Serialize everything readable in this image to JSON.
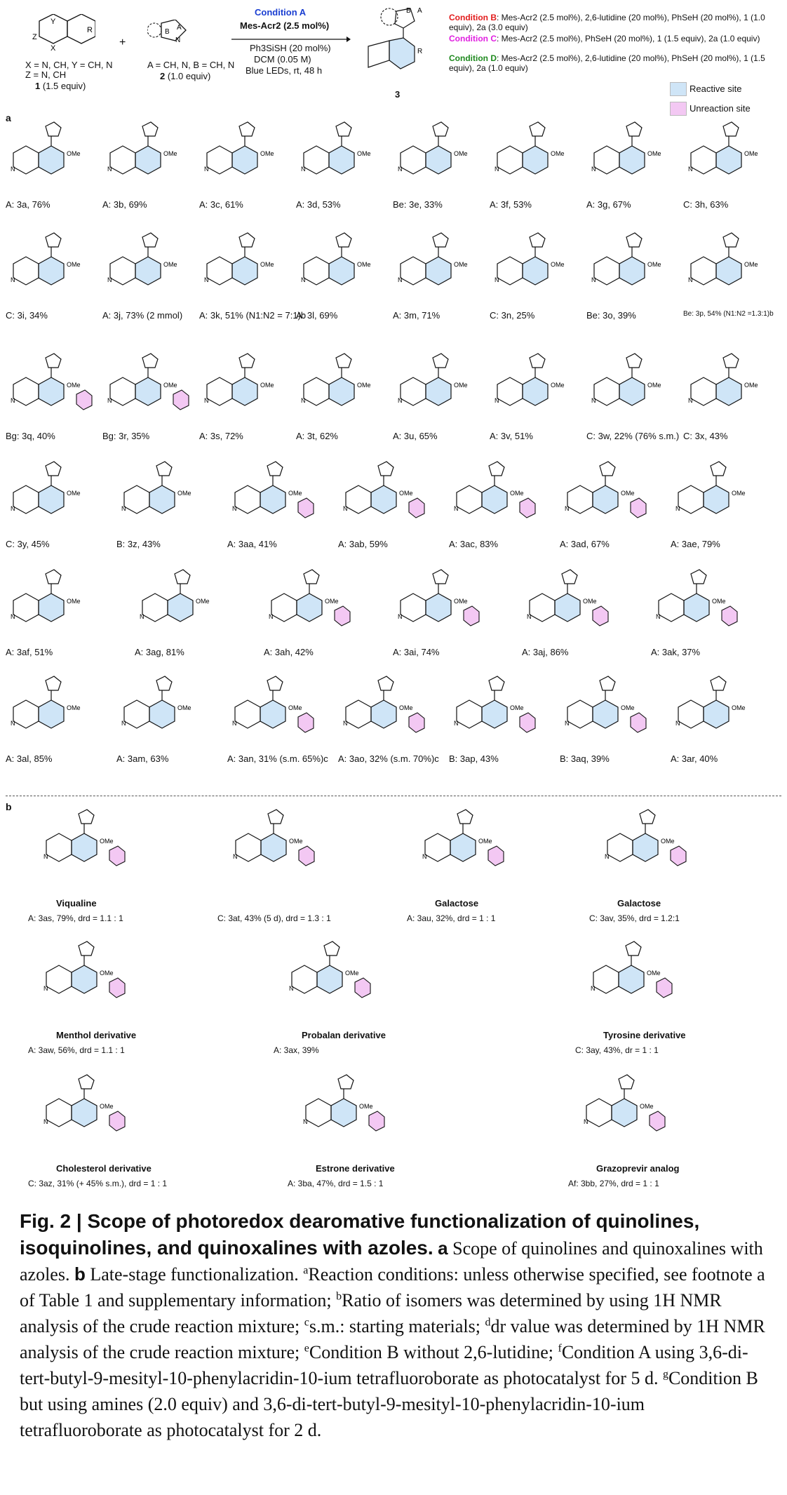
{
  "header": {
    "reactant1_label": "X = N, CH, Y = CH, N\nZ = N, CH",
    "reactant1_name": "1",
    "reactant1_equiv": "(1.5 equiv)",
    "reactant2_label": "A = CH, N, B = CH, N",
    "reactant2_name": "2",
    "reactant2_equiv": "(1.0 equiv)",
    "product_name": "3",
    "condA_title": "Condition A",
    "condA_line1": "Mes-Acr2 (2.5 mol%)",
    "condA_line2": "Ph3SiSH (20 mol%)",
    "condA_line3": "DCM (0.05 M)",
    "condA_line4": "Blue LEDs, rt, 48 h",
    "condB_head": "Condition B",
    "condB_text": ": Mes-Acr2 (2.5 mol%), 2,6-lutidine (20 mol%), PhSeH (20 mol%), 1 (1.0 equiv), 2a (3.0 equiv)",
    "condC_head": "Condition C",
    "condC_text": ": Mes-Acr2 (2.5 mol%), PhSeH (20 mol%), 1 (1.5 equiv), 2a (1.0 equiv)",
    "condD_head": "Condition D",
    "condD_text": ": Mes-Acr2 (2.5 mol%), 2,6-lutidine (20 mol%), PhSeH (20 mol%), 1 (1.5 equiv), 2a (1.0 equiv)",
    "legend_reactive": "Reactive site",
    "legend_unreaction": "Unreaction site"
  },
  "colors": {
    "reactive": "#cfe5f7",
    "unreaction": "#f3c8f3",
    "condA": "#1a3ed1",
    "condB": "#e21b1b",
    "condC": "#e01fe0",
    "condD": "#1f8a1f"
  },
  "section_a": "a",
  "section_b": "b",
  "rows_a": [
    [
      "A: 3a, 76%",
      "A: 3b, 69%",
      "A: 3c, 61%",
      "A: 3d, 53%",
      "Be: 3e, 33%",
      "A: 3f, 53%",
      "A: 3g, 67%",
      "C: 3h, 63%"
    ],
    [
      "C: 3i, 34%",
      "A: 3j, 73% (2 mmol)",
      "A: 3k, 51% (N1:N2 = 7:1)b",
      "A: 3l, 69%",
      "A: 3m, 71%",
      "C: 3n, 25%",
      "Be: 3o, 39%",
      "Be: 3p, 54% (N1:N2 =1.3:1)b"
    ],
    [
      "Bg: 3q, 40%",
      "Bg: 3r, 35%",
      "A: 3s, 72%",
      "A: 3t, 62%",
      "A: 3u, 65%",
      "A: 3v, 51%",
      "C: 3w, 22% (76% s.m.)",
      "C: 3x, 43%"
    ],
    [
      "C: 3y, 45%",
      "B: 3z, 43%",
      "A: 3aa, 41%",
      "A: 3ab, 59%",
      "A: 3ac, 83%",
      "A: 3ad, 67%",
      "A: 3ae, 79%"
    ],
    [
      "A: 3af, 51%",
      "A: 3ag, 81%",
      "A: 3ah, 42%",
      "A: 3ai, 74%",
      "A: 3aj, 86%",
      "A: 3ak, 37%"
    ],
    [
      "A: 3al, 85%",
      "A: 3am, 63%",
      "A: 3an, 31% (s.m. 65%)c",
      "A: 3ao, 32% (s.m. 70%)c",
      "B: 3ap, 43%",
      "B: 3aq, 39%",
      "A: 3ar, 40%"
    ]
  ],
  "rows_b": [
    {
      "name": "Viqualine",
      "label": "A: 3as, 79%, drd = 1.1 : 1"
    },
    {
      "name": "",
      "label": "C: 3at, 43% (5 d), drd = 1.3 : 1"
    },
    {
      "name": "Galactose",
      "label": "A: 3au, 32%, drd = 1 : 1"
    },
    {
      "name": "Galactose",
      "label": "C: 3av, 35%, drd = 1.2:1"
    },
    {
      "name": "Menthol derivative",
      "label": "A: 3aw, 56%, drd = 1.1 : 1"
    },
    {
      "name": "Probalan derivative",
      "label": "A: 3ax, 39%"
    },
    {
      "name": "Tyrosine derivative",
      "label": "C: 3ay, 43%, dr = 1 : 1"
    },
    {
      "name": "Cholesterol derivative",
      "label": "C: 3az, 31% (+ 45% s.m.), drd = 1 : 1"
    },
    {
      "name": "Estrone derivative",
      "label": "A: 3ba, 47%, drd = 1.5 : 1"
    },
    {
      "name": "Grazoprevir analog",
      "label": "Af: 3bb, 27%, drd = 1 : 1"
    }
  ],
  "caption": {
    "fig": "Fig. 2 | Scope of photoredox dearomative functionalization of quinolines, isoquinolines, and quinoxalines with azoles.",
    "a_letter": "a",
    "a_text": " Scope of quinolines and quinoxalines with azoles. ",
    "b_letter": "b",
    "b_text": " Late-stage functionalization. ",
    "fa": "Reaction conditions: unless otherwise specified, see footnote a of Table 1 and supplementary information; ",
    "fb": "Ratio of isomers was determined by using 1H NMR analysis of the crude reaction mixture; ",
    "fc": "s.m.: starting materials; ",
    "fd": "dr value was determined by 1H NMR analysis of the crude reaction mixture; ",
    "fe": "Condition B without 2,6-lutidine; ",
    "ff": "Condition A using 3,6-di-tert-butyl-9-mesityl-10-phenylacridin-10-ium tetrafluoroborate as photocatalyst for 5 d. ",
    "fg": "Condition B but using amines (2.0 equiv) and 3,6-di-tert-butyl-9-mesityl-10-phenylacridin-10-ium tetrafluoroborate as photocatalyst for 2 d."
  }
}
